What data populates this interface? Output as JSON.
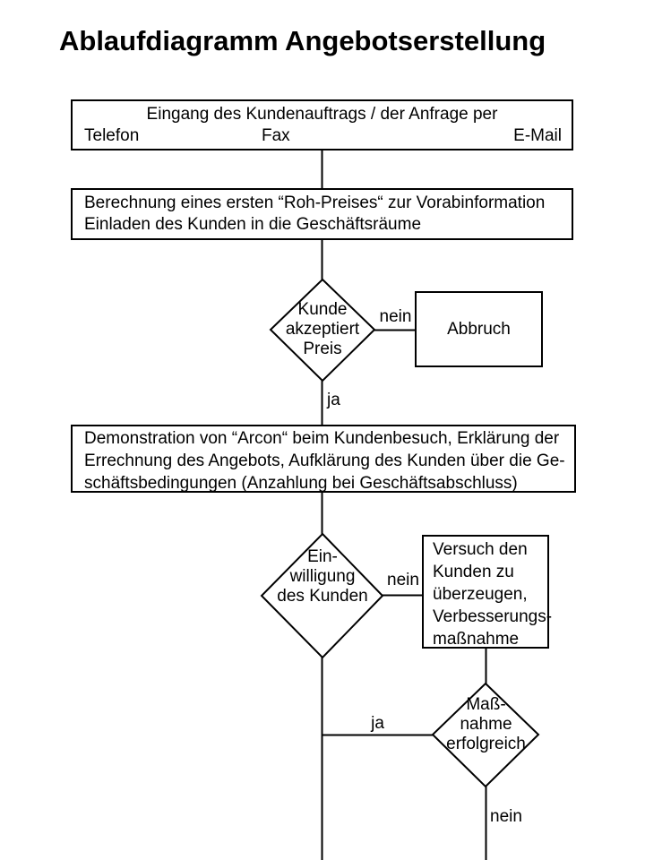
{
  "title": "Ablaufdiagramm Angebotserstellung",
  "colors": {
    "ink": "#000000",
    "paper": "#ffffff"
  },
  "nodes": {
    "eingang": {
      "line1": "Eingang des Kundenauftrags / der Anfrage per",
      "channels": [
        "Telefon",
        "Fax",
        "E-Mail"
      ]
    },
    "berechnung": {
      "lines": [
        "Berechnung eines ersten “Roh-Preises“ zur Vorabinformation",
        "Einladen des Kunden in die Geschäftsräume"
      ]
    },
    "decision_preis": {
      "lines": [
        "Kunde",
        "akzeptiert",
        "Preis"
      ]
    },
    "abbruch": {
      "label": "Abbruch"
    },
    "demonstration": {
      "lines": [
        "Demonstration von “Arcon“ beim Kundenbesuch, Erklärung der",
        "Errechnung des Angebots, Aufklärung des Kunden über die Ge-",
        "schäftsbedingungen (Anzahlung bei Geschäftsabschluss)"
      ]
    },
    "decision_einwilligung": {
      "lines": [
        "Ein-",
        "willigung",
        "des Kunden"
      ]
    },
    "versuch": {
      "lines": [
        "Versuch den",
        "Kunden zu",
        "überzeugen,",
        "Verbesserungs-",
        "maßnahme"
      ]
    },
    "decision_massnahme": {
      "lines": [
        "Maß-",
        "nahme",
        "erfolgreich"
      ]
    }
  },
  "edge_labels": {
    "nein1": "nein",
    "ja1": "ja",
    "nein2": "nein",
    "ja2": "ja",
    "nein3": "nein"
  }
}
